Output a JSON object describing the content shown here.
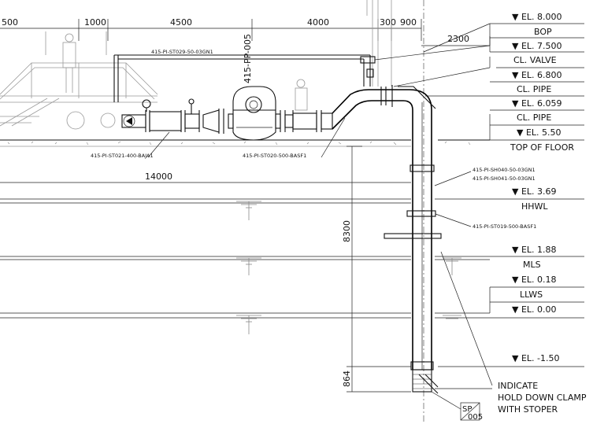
{
  "dimensions_top": [
    "500",
    "1000",
    "4500",
    "4000",
    "300",
    "900"
  ],
  "dim_2300": "2300",
  "dim_14000": "14000",
  "dim_8300": "8300",
  "dim_864": "864",
  "pump_tag": "415-PP-005",
  "pipe_tags": {
    "top_line": "415-PI-ST029-50-03GN1",
    "left_bottom": "415-PI-ST021-400-BAJA1",
    "mid_bottom": "415-PI-ST020-500-BASF1",
    "right_1": "415-PI-SH040-50-03GN1",
    "right_2": "415-PI-SH041-50-03GN1",
    "right_3": "415-PI-ST019-500-BASF1"
  },
  "elevations": [
    {
      "el": "▼ EL. 8.000",
      "desc": "BOP"
    },
    {
      "el": "▼ EL. 7.500",
      "desc": "CL. VALVE"
    },
    {
      "el": "▼ EL. 6.800",
      "desc": "CL. PIPE"
    },
    {
      "el": "▼ EL. 6.059",
      "desc": "CL. PIPE"
    },
    {
      "el": "▼ EL. 5.50",
      "desc": "TOP OF FLOOR"
    },
    {
      "el": "▼ EL. 3.69",
      "desc": "HHWL"
    },
    {
      "el": "▼ EL. 1.88",
      "desc": "MLS"
    },
    {
      "el": "▼ EL. 0.18",
      "desc": "LLWS"
    },
    {
      "el": "▼ EL. 0.00",
      "desc": ""
    },
    {
      "el": "▼ EL. -1.50",
      "desc": ""
    }
  ],
  "note": [
    "INDICATE",
    "HOLD DOWN CLAMP",
    "WITH STOPER"
  ],
  "detail_ref": {
    "top": "SP",
    "bottom": "005"
  }
}
